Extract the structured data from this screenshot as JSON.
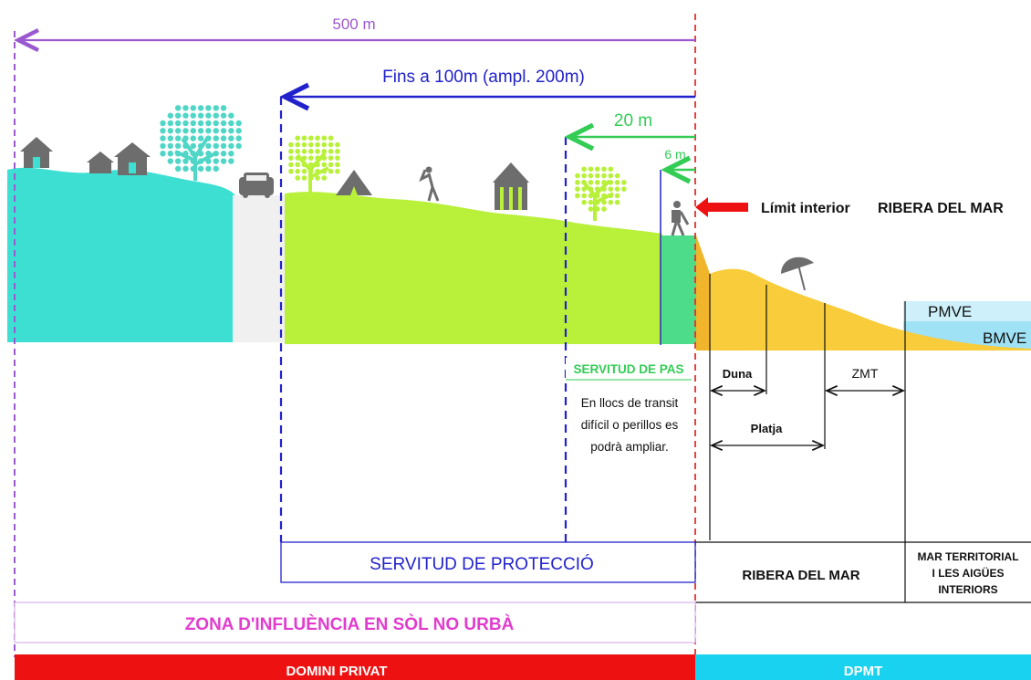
{
  "colors": {
    "purple": "#9b59d0",
    "blue": "#2222cc",
    "green": "#33cc55",
    "red_dashed": "#e03030",
    "land_cyan": "#3edfd3",
    "land_green": "#b8f03a",
    "strip_green": "#4ddc8a",
    "sand": "#f8cc3a",
    "sea_light": "#cdf0fb",
    "sea_mid": "#a8e6f8",
    "icon_grey": "#6d6d6d",
    "tree_green": "#9be03a",
    "tree_teal": "#4fd6c6",
    "magenta": "#e23ccf",
    "domini_red": "#ee1111",
    "dpmt_cyan": "#19d2f0"
  },
  "arrows": {
    "m500": "500 m",
    "m100": "Fins a 100m (ampl. 200m)",
    "m20": "20 m",
    "m6": "6 m"
  },
  "limit": {
    "label": "Límit interior",
    "ribera": "RIBERA DEL MAR"
  },
  "sea": {
    "pmve": "PMVE",
    "bmve": "BMVE"
  },
  "beach": {
    "duna": "Duna",
    "zmt": "ZMT",
    "platja": "Platja"
  },
  "servitud_pas": {
    "title": "SERVITUD DE PAS",
    "note_lines": [
      "En llocs de transit",
      "difícil o perillos es",
      "podrà ampliar."
    ]
  },
  "zones": {
    "proteccio": "SERVITUD DE PROTECCIÓ",
    "ribera": "RIBERA DEL MAR",
    "mar_lines": [
      "MAR TERRITORIAL",
      "I LES AIGÜES",
      "INTERIORS"
    ],
    "influencia": "ZONA D'INFLUÈNCIA EN SÒL NO URBÀ",
    "domini_privat": "DOMINI PRIVAT",
    "dpmt": "DPMT"
  },
  "icons": [
    "house-icon",
    "tree-icon",
    "car-icon",
    "tent-icon",
    "golfer-icon",
    "circus-tent-icon",
    "hiker-icon",
    "beach-umbrella-icon",
    "red-arrow-icon"
  ]
}
